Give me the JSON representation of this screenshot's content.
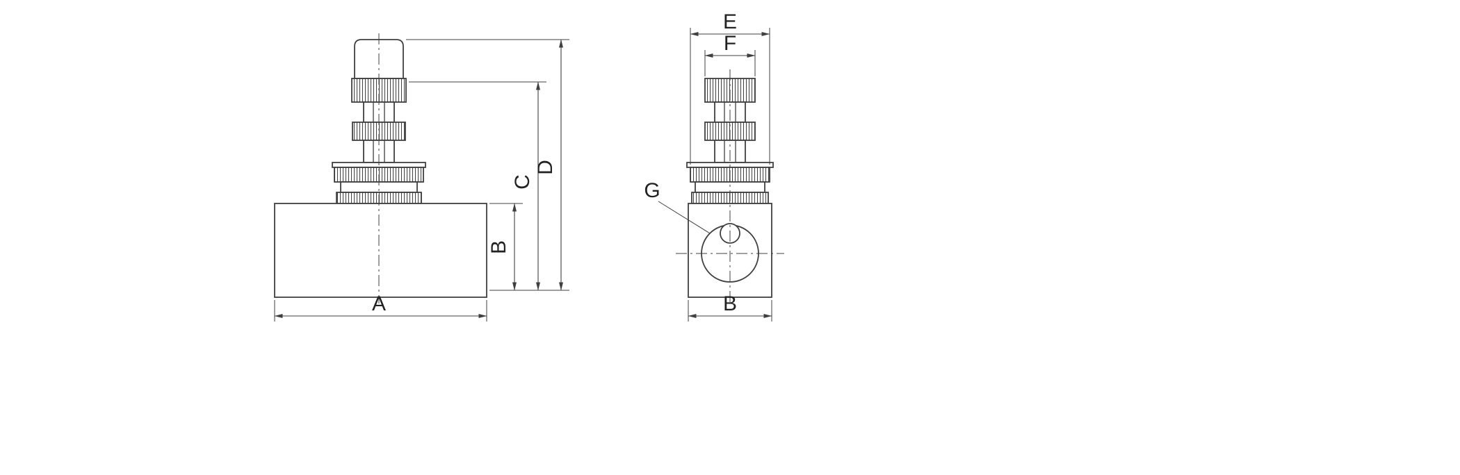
{
  "colors": {
    "background": "#ffffff",
    "line": "#3f3f3f",
    "label": "#222222"
  },
  "views": {
    "front": {
      "dim_a": "A",
      "dim_b": "B",
      "dim_c": "C",
      "dim_d": "D"
    },
    "side": {
      "dim_e": "E",
      "dim_f": "F",
      "dim_b": "B",
      "port_g": "G"
    }
  }
}
